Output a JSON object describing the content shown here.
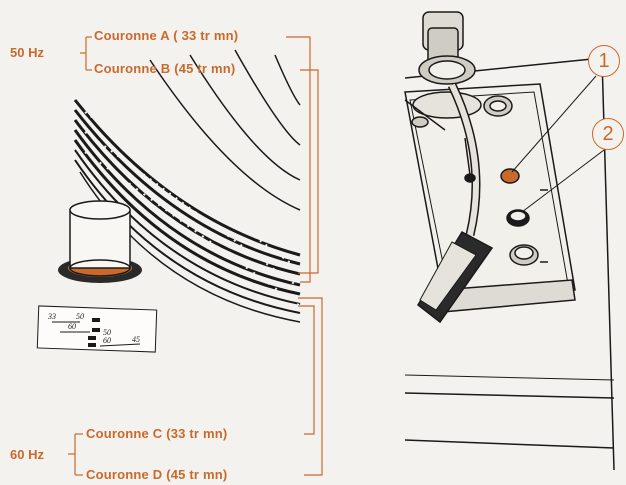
{
  "labels": {
    "hz_50": "50 Hz",
    "hz_60": "60 Hz",
    "ring_a": "Couronne A ( 33 tr   mn)",
    "ring_b": "Couronne B (45 tr   mn)",
    "ring_c": "Couronne C (33 tr   mn)",
    "ring_d": "Couronne D (45 tr   mn)"
  },
  "callouts": [
    "1",
    "2"
  ],
  "strobe_scale": {
    "r1": "33",
    "r1b": "50",
    "r2": "60",
    "r3": "50",
    "r4": "60",
    "r5": "45"
  },
  "colors": {
    "accent": "#c96a2c",
    "ink": "#1a1a1a",
    "paper": "#f4f2ee"
  }
}
